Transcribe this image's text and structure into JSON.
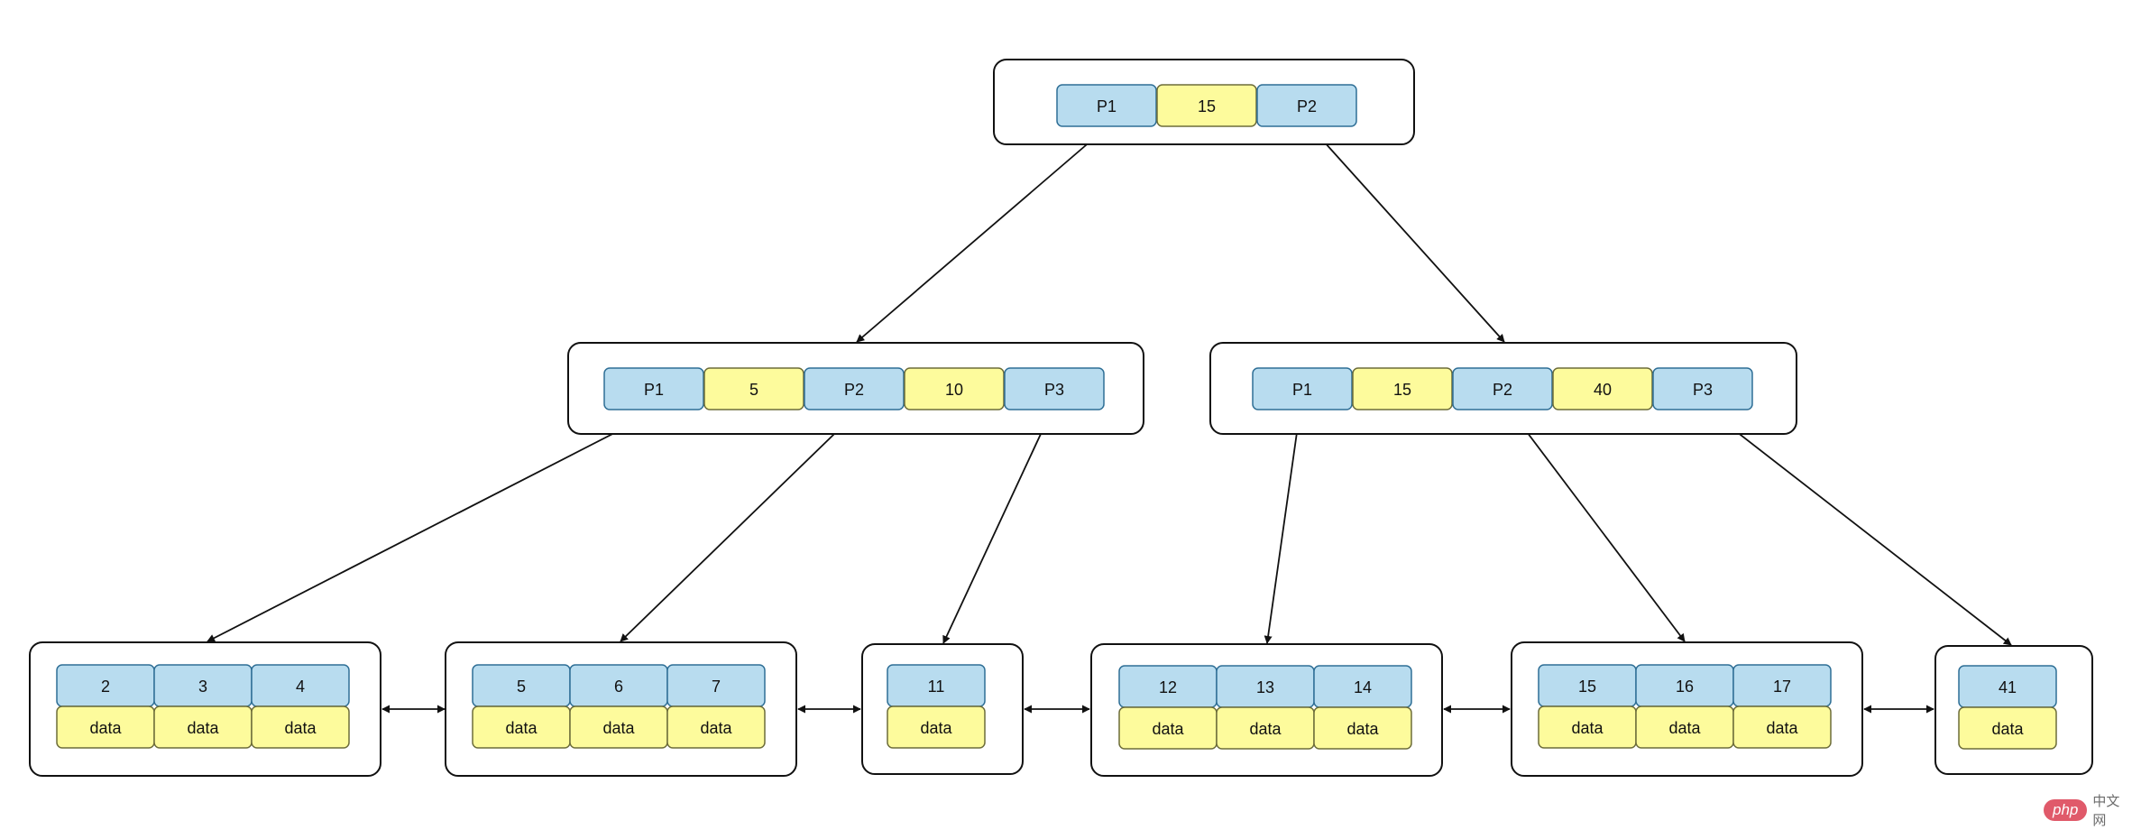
{
  "colors": {
    "pointer_fill": "#b8dcef",
    "key_fill": "#fdfb9c",
    "pointer_stroke": "#2f6f96",
    "key_stroke": "#6d6d3a"
  },
  "root": {
    "cells": [
      {
        "label": "P1",
        "kind": "pointer"
      },
      {
        "label": "15",
        "kind": "key"
      },
      {
        "label": "P2",
        "kind": "pointer"
      }
    ]
  },
  "internal_nodes": [
    {
      "cells": [
        {
          "label": "P1",
          "kind": "pointer"
        },
        {
          "label": "5",
          "kind": "key"
        },
        {
          "label": "P2",
          "kind": "pointer"
        },
        {
          "label": "10",
          "kind": "key"
        },
        {
          "label": "P3",
          "kind": "pointer"
        }
      ]
    },
    {
      "cells": [
        {
          "label": "P1",
          "kind": "pointer"
        },
        {
          "label": "15",
          "kind": "key"
        },
        {
          "label": "P2",
          "kind": "pointer"
        },
        {
          "label": "40",
          "kind": "key"
        },
        {
          "label": "P3",
          "kind": "pointer"
        }
      ]
    }
  ],
  "leaves": [
    {
      "keys": [
        "2",
        "3",
        "4"
      ],
      "data": [
        "data",
        "data",
        "data"
      ]
    },
    {
      "keys": [
        "5",
        "6",
        "7"
      ],
      "data": [
        "data",
        "data",
        "data"
      ]
    },
    {
      "keys": [
        "11"
      ],
      "data": [
        "data"
      ]
    },
    {
      "keys": [
        "12",
        "13",
        "14"
      ],
      "data": [
        "data",
        "data",
        "data"
      ]
    },
    {
      "keys": [
        "15",
        "16",
        "17"
      ],
      "data": [
        "data",
        "data",
        "data"
      ]
    },
    {
      "keys": [
        "41"
      ],
      "data": [
        "data"
      ]
    }
  ],
  "watermark": {
    "logo": "php",
    "text": "中文网"
  }
}
